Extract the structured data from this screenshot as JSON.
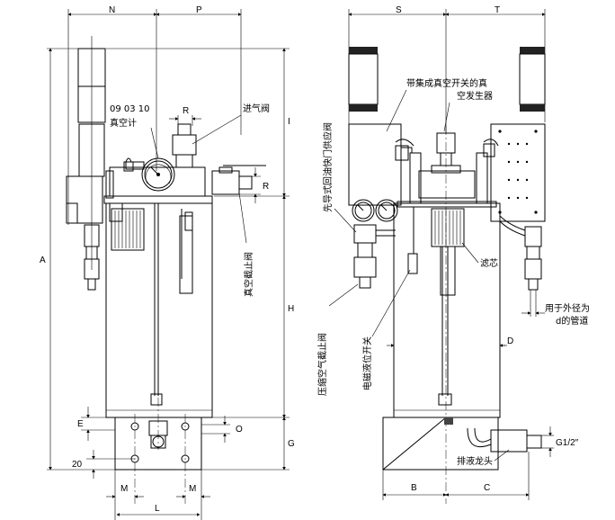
{
  "dimensions": {
    "N": "N",
    "P": "P",
    "S": "S",
    "T": "T",
    "R_top": "R",
    "R_side": "R",
    "I": "I",
    "A": "A",
    "H": "H",
    "G": "G",
    "E": "E",
    "O": "O",
    "D": "D",
    "B": "B",
    "C": "C",
    "L": "L",
    "M_left": "M",
    "M_right": "M",
    "twenty": "20",
    "pipe_thread": "G1/2″"
  },
  "labels": {
    "gauge_reading": "09 03 10",
    "vacuum_gauge": "真空计",
    "air_inlet_valve": "进气阀",
    "vacuum_shutoff_valve": "真空截止阀",
    "vacuum_generator_line1": "带集成真空开关的真",
    "vacuum_generator_line2": "空发生器",
    "pilot_valve": "先导式回油快门供应阀",
    "filter_element": "滤芯",
    "pipe_line1": "用于外径为",
    "pipe_line2": "d的管道",
    "compressed_air_valve": "压缩空气截止阀",
    "level_switch": "电磁液位开关",
    "drain_tap": "排液龙头"
  }
}
